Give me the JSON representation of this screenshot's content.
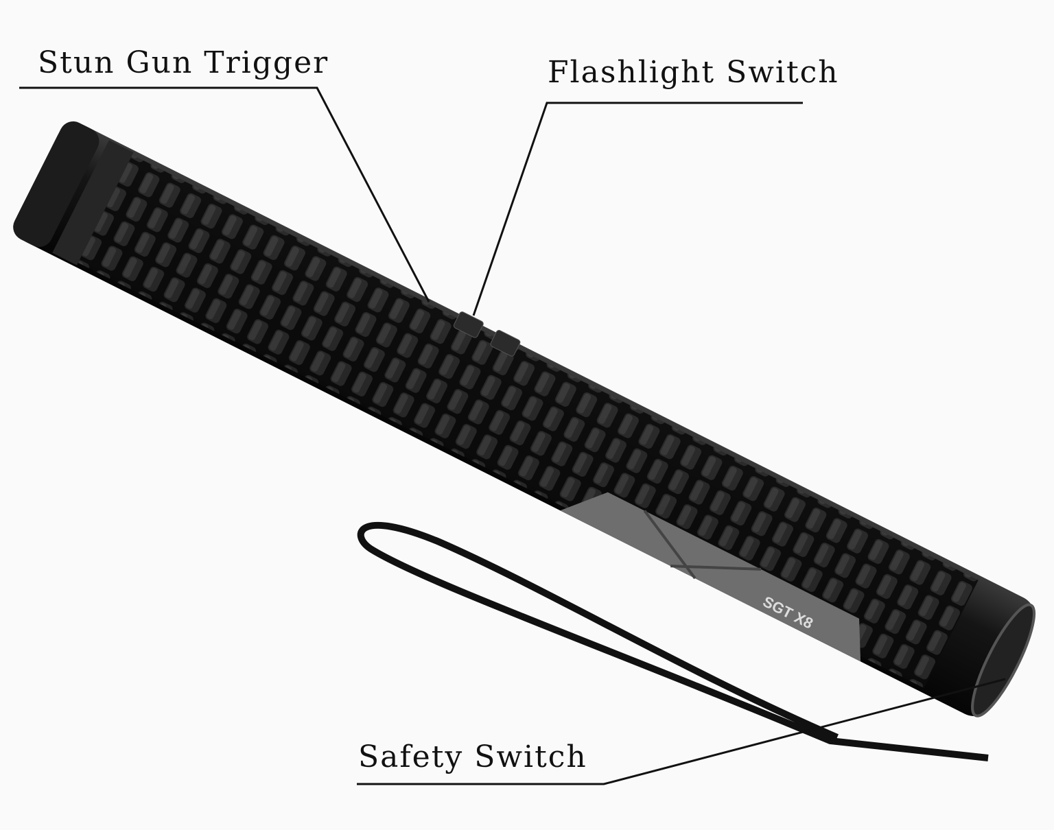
{
  "labels": {
    "stun_gun_trigger": "Stun Gun Trigger",
    "flashlight_switch": "Flashlight Switch",
    "safety_switch": "Safety Switch"
  },
  "product": {
    "model_text": "SGT X8",
    "body_color": "#111111",
    "panel_color": "#6e6e6e"
  }
}
